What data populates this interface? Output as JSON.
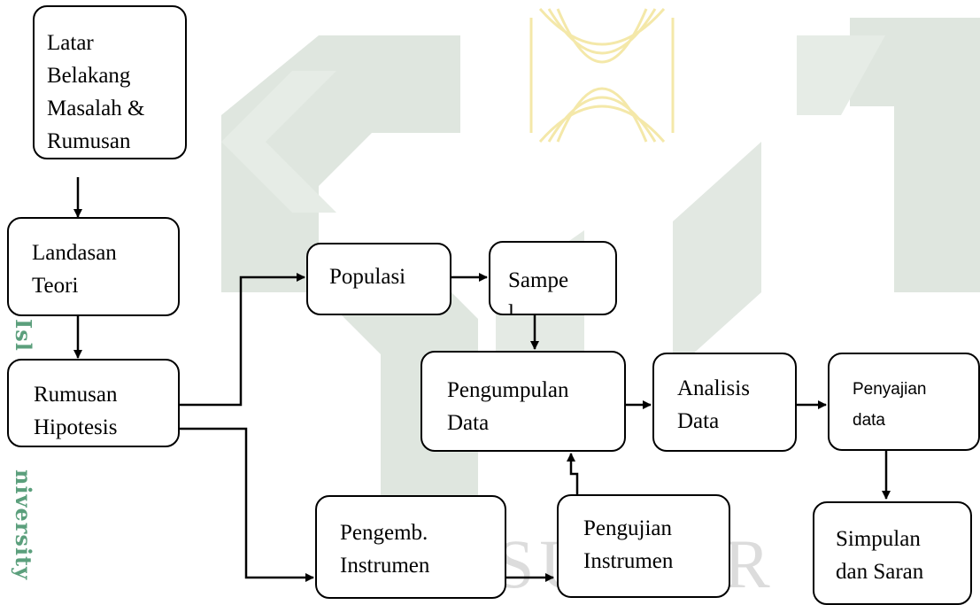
{
  "watermark": {
    "side_text_1": "Isl",
    "side_text_2": "niversity",
    "bg_letters": "SUKA R"
  },
  "nodes": {
    "latar": "Latar\nBelakang\nMasalah &\nRumusan",
    "landasan": "Landasan\nTeori",
    "rumusan_hipotesis": "Rumusan\nHipotesis",
    "populasi": "Populasi",
    "sampel": "Sampe\nl",
    "pengumpulan": "Pengumpulan\nData",
    "analisis": "Analisis\nData",
    "penyajian": "Penyajian\ndata",
    "simpulan": "Simpulan\ndan Saran",
    "pengemb": "Pengemb.\nInstrumen",
    "pengujian": "Pengujian\nInstrumen"
  },
  "colors": {
    "watermark_green": "#d6ded6",
    "watermark_gold": "#f4ecb4",
    "side_text": "#3f8f66",
    "box_border": "#000000"
  }
}
